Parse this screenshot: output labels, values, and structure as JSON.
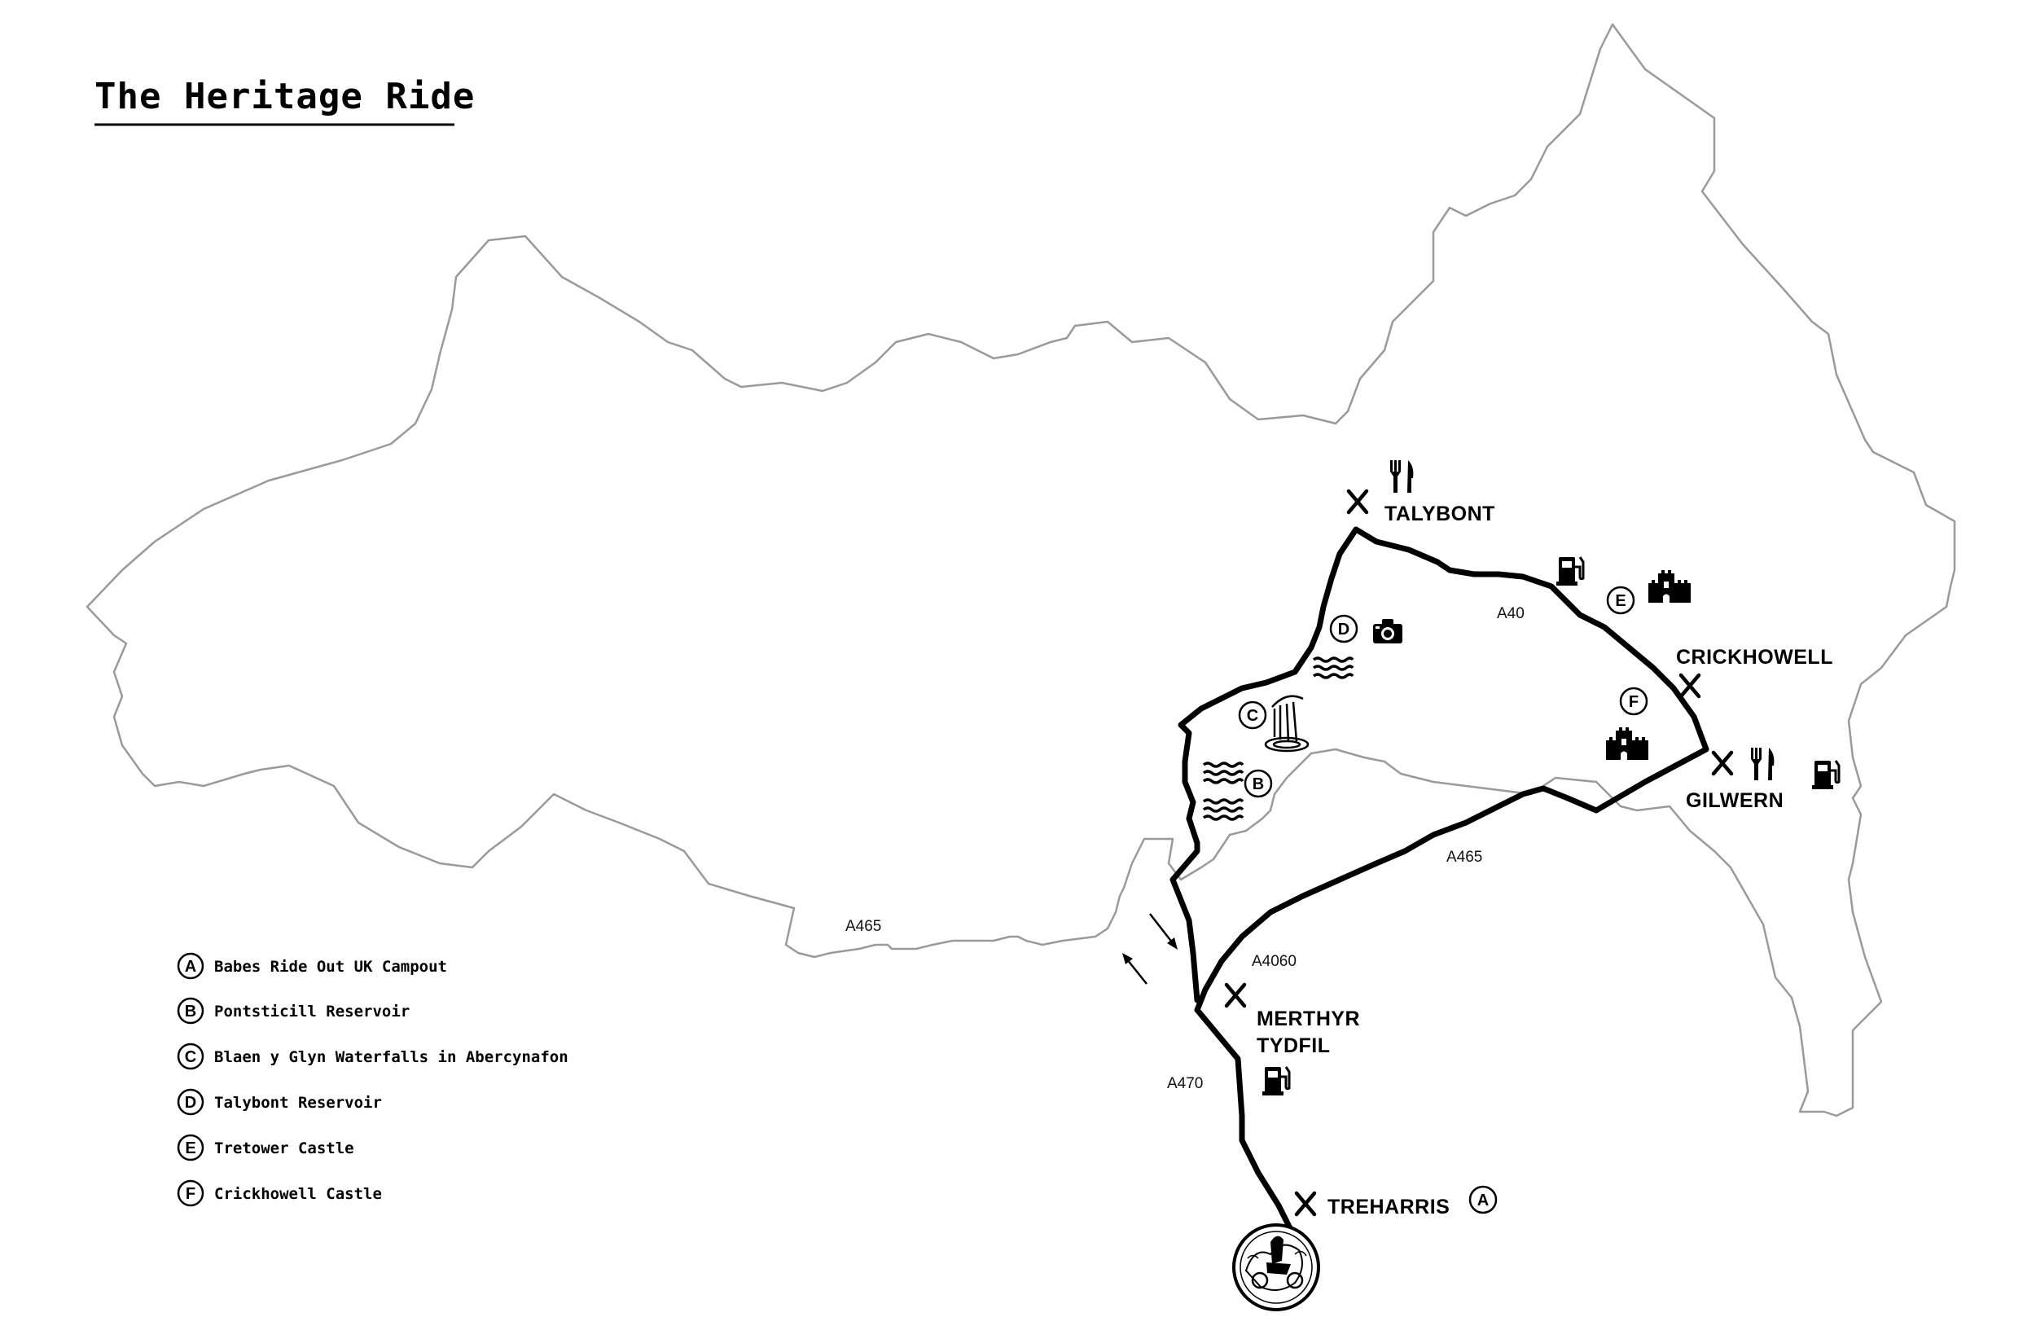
{
  "title": "The Heritage Ride",
  "places": {
    "talybont": "TALYBONT",
    "crickhowell": "CRICKHOWELL",
    "gilwern": "GILWERN",
    "merthyr_line1": "MERTHYR",
    "merthyr_line2": "TYDFIL",
    "treharris": "TREHARRIS"
  },
  "roads": {
    "a40": "A40",
    "a465_east": "A465",
    "a465_west": "A465",
    "a4060": "A4060",
    "a470": "A470"
  },
  "markers": {
    "a": "A",
    "b": "B",
    "c": "C",
    "d": "D",
    "e": "E",
    "f": "F"
  },
  "legend": [
    {
      "letter": "A",
      "label": "Babes Ride Out UK Campout"
    },
    {
      "letter": "B",
      "label": "Pontsticill Reservoir"
    },
    {
      "letter": "C",
      "label": "Blaen y Glyn Waterfalls in Abercynafon"
    },
    {
      "letter": "D",
      "label": "Talybont Reservoir"
    },
    {
      "letter": "E",
      "label": "Tretower Castle"
    },
    {
      "letter": "F",
      "label": "Crickhowell Castle"
    }
  ],
  "icons": {
    "fuel": "fuel-pump-icon",
    "food": "knife-fork-icon",
    "castle": "castle-icon",
    "camera": "camera-icon",
    "water": "water-waves-icon",
    "waterfall": "waterfall-icon",
    "stop": "cross-marker-icon",
    "logo": "rider-emblem-icon"
  },
  "colors": {
    "route": "#000000",
    "boundary": "#9a9a9a",
    "background": "#ffffff"
  }
}
